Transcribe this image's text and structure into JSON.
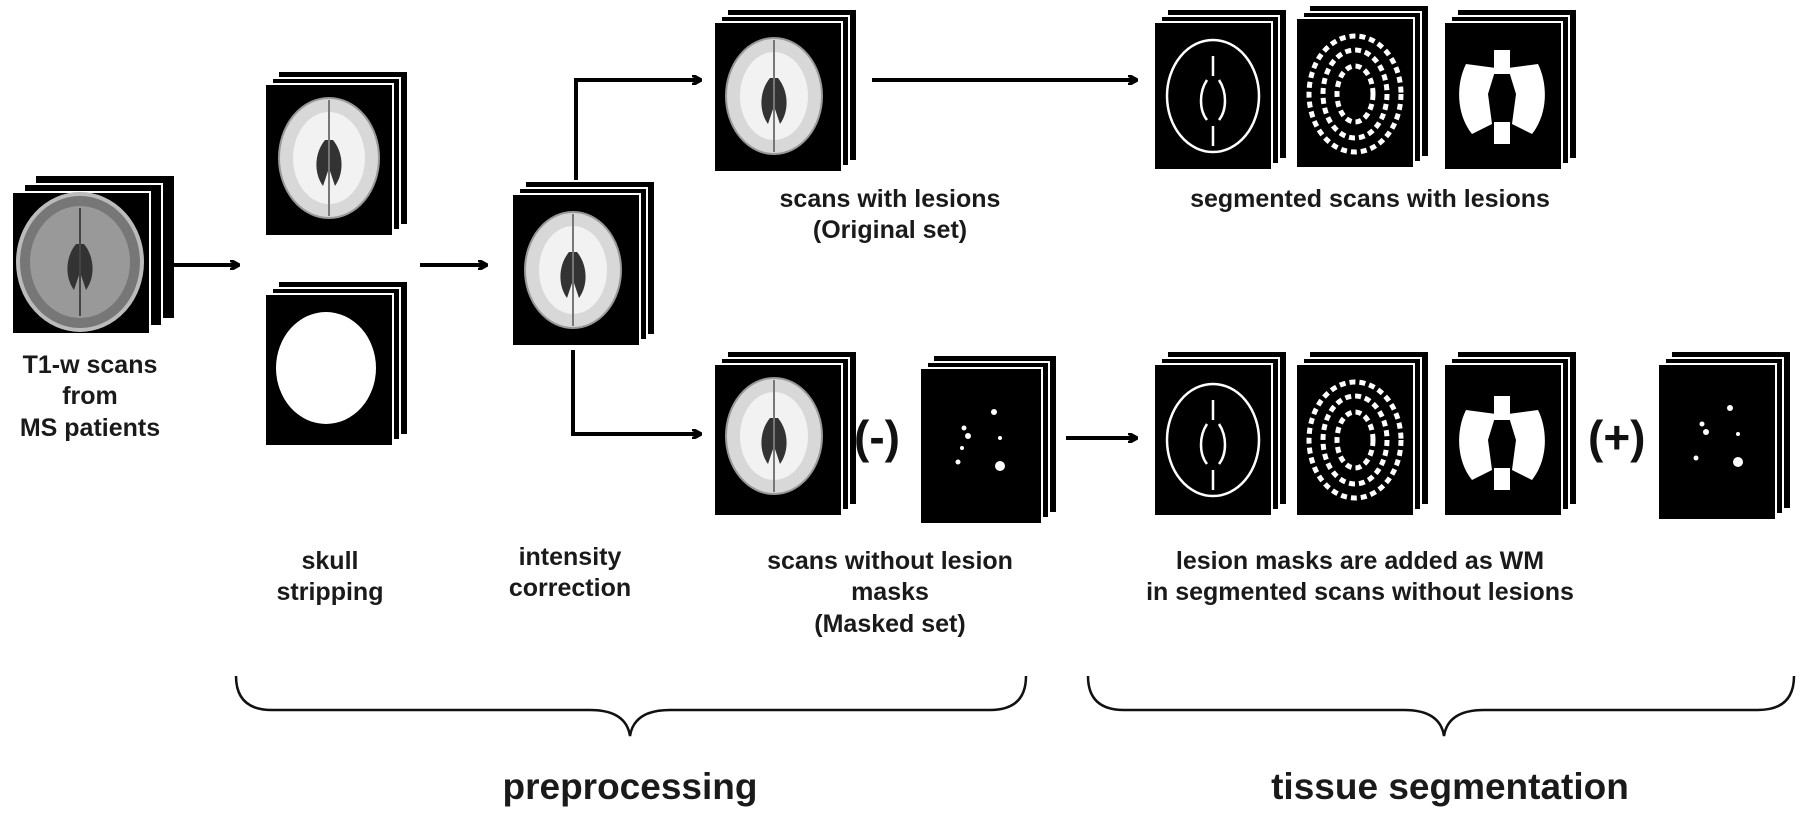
{
  "labels": {
    "input": [
      "T1-w scans",
      "from",
      "MS patients"
    ],
    "skull": [
      "skull",
      "stripping"
    ],
    "intensity": [
      "intensity",
      "correction"
    ],
    "with_lesions": [
      "scans with lesions",
      "(Original set)"
    ],
    "seg_with": [
      "segmented scans with lesions"
    ],
    "without_lesions": [
      "scans without lesion",
      "masks",
      "(Masked set)"
    ],
    "lesion_added": [
      "lesion masks are added as WM",
      "in segmented scans without lesions"
    ]
  },
  "operators": {
    "minus": "(-)",
    "plus": "(+)"
  },
  "groups": {
    "preprocessing": "preprocessing",
    "segmentation": "tissue segmentation"
  },
  "colors": {
    "image_bg": "#000000",
    "arrow": "#000000",
    "text": "#1a1a1a"
  }
}
